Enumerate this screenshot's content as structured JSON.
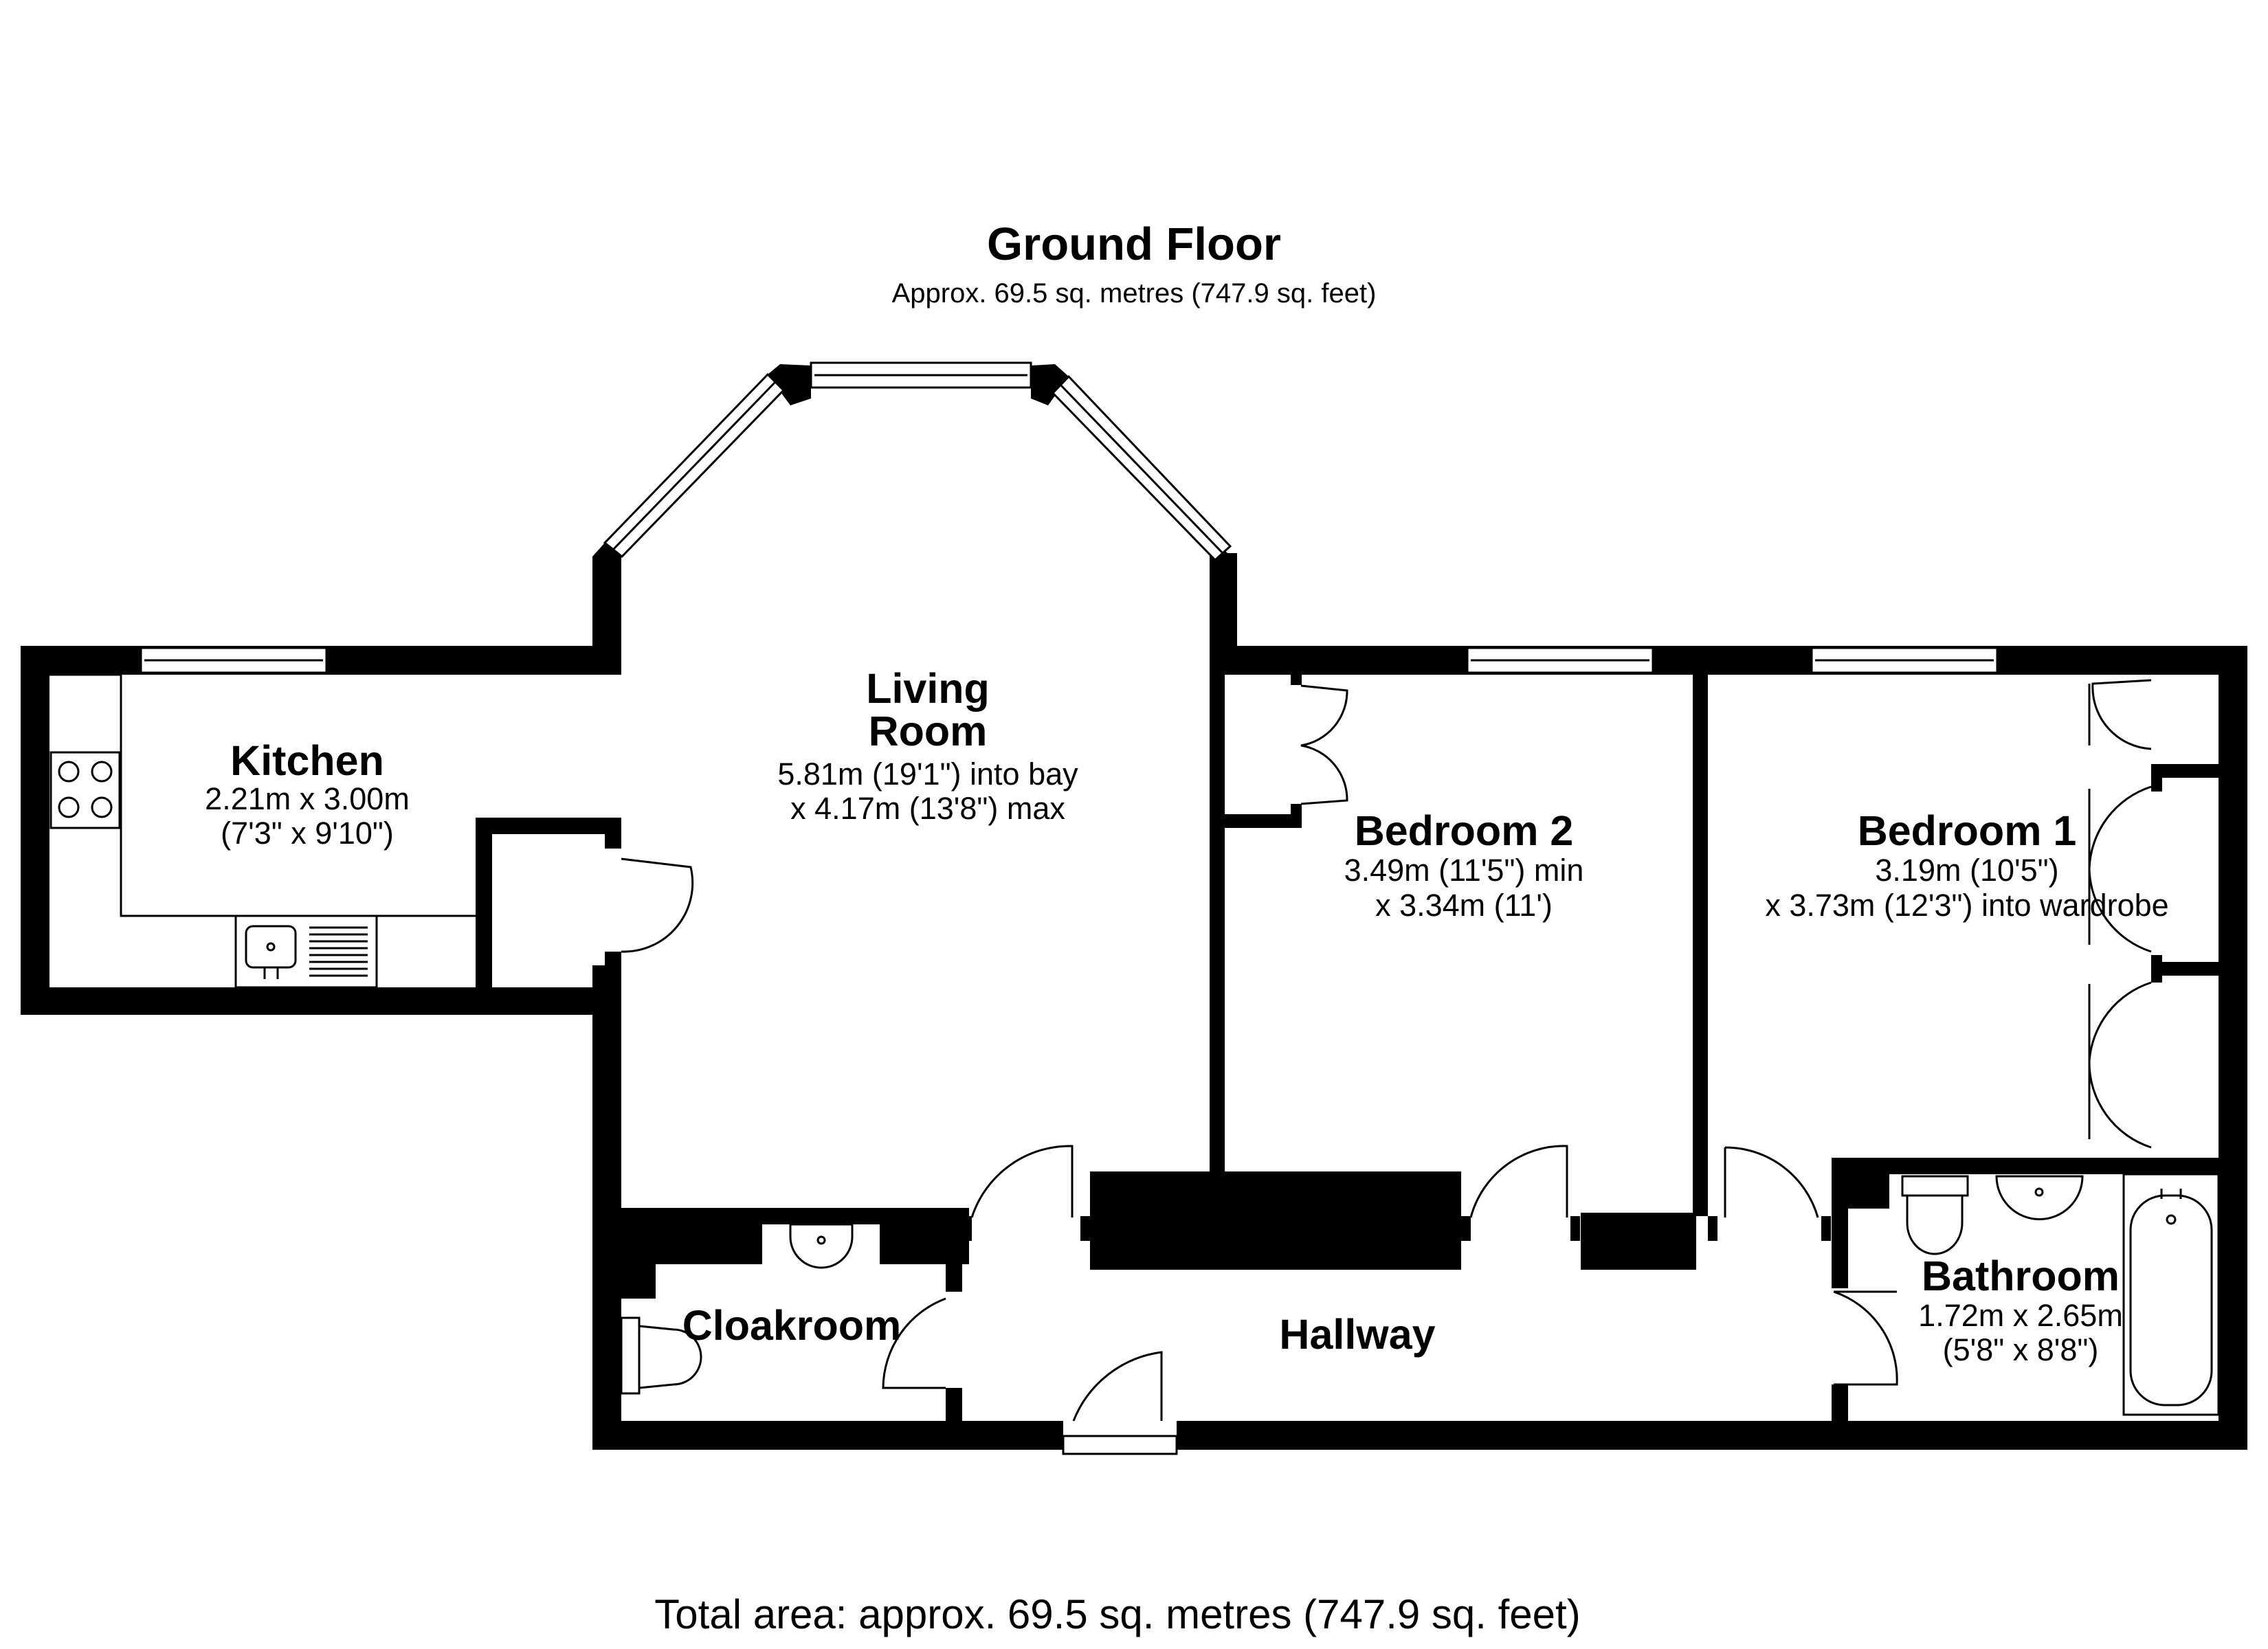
{
  "header": {
    "title": "Ground Floor",
    "subtitle": "Approx. 69.5 sq. metres (747.9 sq. feet)"
  },
  "rooms": {
    "kitchen": {
      "name": "Kitchen",
      "dim1": "2.21m x 3.00m",
      "dim2": "(7'3\" x 9'10\")"
    },
    "living": {
      "name1": "Living",
      "name2": "Room",
      "dim1": "5.81m (19'1\") into bay",
      "dim2": "x 4.17m (13'8\") max"
    },
    "bedroom2": {
      "name": "Bedroom 2",
      "dim1": "3.49m (11'5\") min",
      "dim2": "x 3.34m (11')"
    },
    "bedroom1": {
      "name": "Bedroom 1",
      "dim1": "3.19m (10'5\")",
      "dim2": "x 3.73m (12'3\") into wardrobe"
    },
    "bathroom": {
      "name": "Bathroom",
      "dim1": "1.72m x 2.65m",
      "dim2": "(5'8\" x 8'8\")"
    },
    "cloakroom": {
      "name": "Cloakroom"
    },
    "hallway": {
      "name": "Hallway"
    }
  },
  "footer": {
    "total": "Total area: approx. 69.5 sq. metres (747.9 sq. feet)"
  }
}
